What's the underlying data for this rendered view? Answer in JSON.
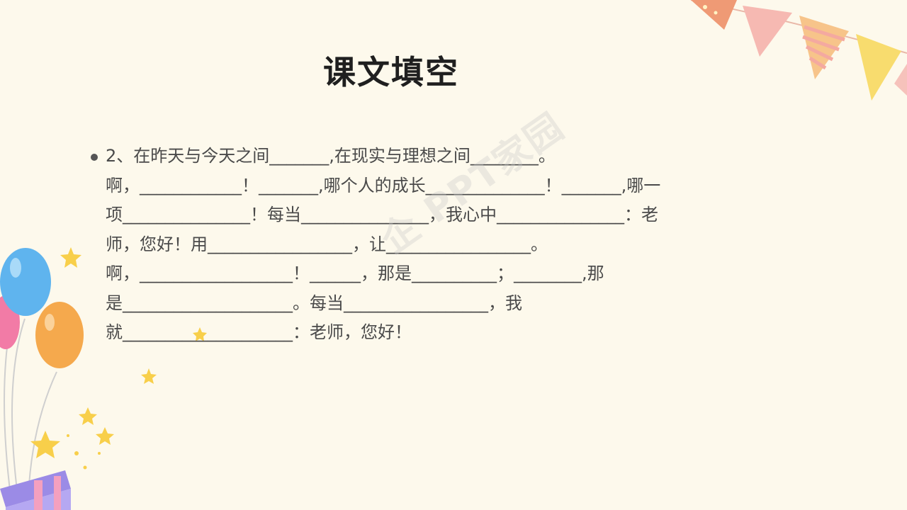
{
  "slide": {
    "title": "课文填空",
    "bullet_lines": [
      "2、在昨天与今天之间_______,在现实与理想之间________。",
      "啊，____________！_______,哪个人的成长______________！_______,哪一",
      "项_______________！每当_______________，我心中_______________：老",
      "师，您好！用_________________，让_________________。",
      "啊，__________________！______，那是__________；________,那",
      "是____________________。每当_________________，我",
      "就____________________：老师，您好！"
    ],
    "watermark": "企 PPT家园"
  },
  "colors": {
    "background": "#fdf9ec",
    "title": "#1f1f1f",
    "body_text": "#4a4a4a"
  }
}
